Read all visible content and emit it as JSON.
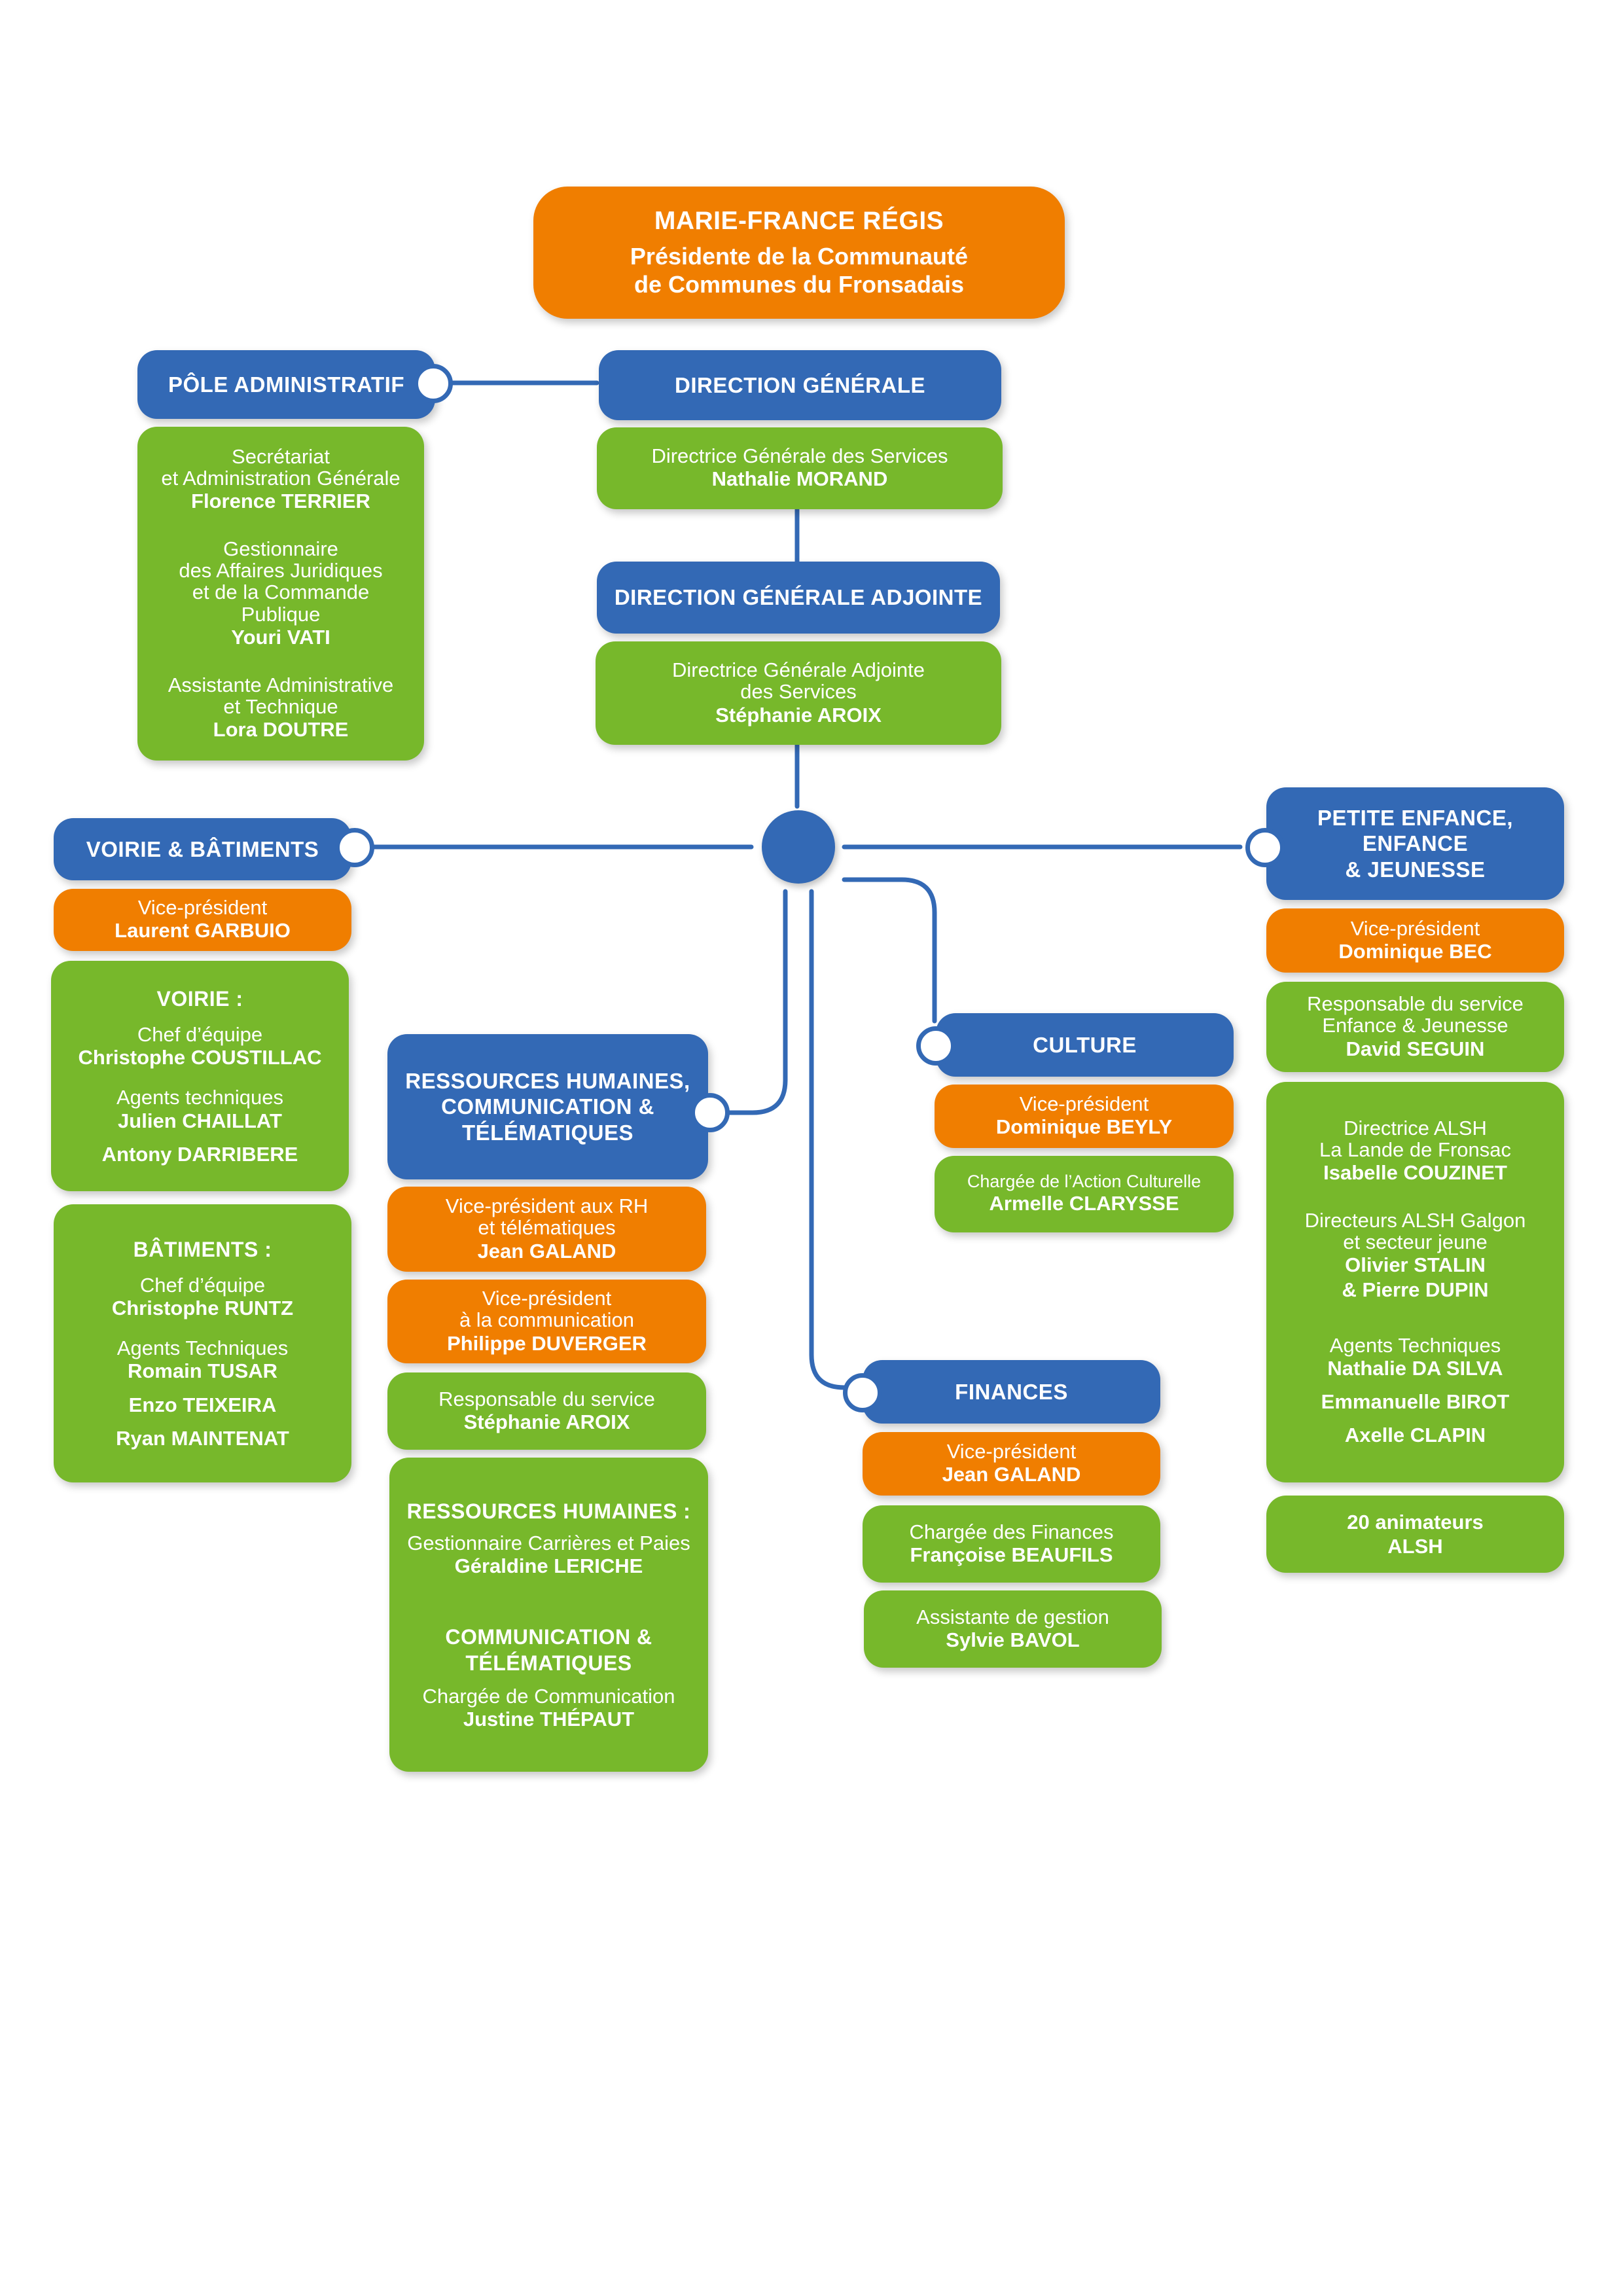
{
  "colors": {
    "blue": "#3369b5",
    "green": "#77b82b",
    "orange": "#f07e00"
  },
  "president": {
    "name": "MARIE-FRANCE RÉGIS",
    "title_line1": "Présidente de la Communauté",
    "title_line2": "de Communes du Fronsadais"
  },
  "pole_admin": {
    "title": "PÔLE ADMINISTRATIF",
    "people": [
      {
        "role_lines": [
          "Secrétariat",
          "et Administration Générale"
        ],
        "name": "Florence TERRIER"
      },
      {
        "role_lines": [
          "Gestionnaire",
          "des Affaires Juridiques",
          "et de la Commande",
          "Publique"
        ],
        "name": "Youri VATI"
      },
      {
        "role_lines": [
          "Assistante Administrative",
          "et Technique"
        ],
        "name": "Lora DOUTRE"
      }
    ]
  },
  "direction_generale": {
    "title": "DIRECTION GÉNÉRALE",
    "role": "Directrice Générale des Services",
    "name": "Nathalie MORAND"
  },
  "direction_adjointe": {
    "title": "DIRECTION GÉNÉRALE ADJOINTE",
    "role_lines": [
      "Directrice Générale Adjointe",
      "des Services"
    ],
    "name": "Stéphanie AROIX"
  },
  "voirie": {
    "title": "VOIRIE & BÂTIMENTS",
    "vp_role": "Vice-président",
    "vp_name": "Laurent GARBUIO",
    "voirie_section": {
      "heading": "VOIRIE :",
      "chef_role": "Chef d’équipe",
      "chef_name": "Christophe COUSTILLAC",
      "agents_role": "Agents techniques",
      "agents": [
        "Julien CHAILLAT",
        "Antony DARRIBERE"
      ]
    },
    "batiments_section": {
      "heading": "BÂTIMENTS :",
      "chef_role": "Chef d’équipe",
      "chef_name": "Christophe RUNTZ",
      "agents_role": "Agents Techniques",
      "agents": [
        "Romain TUSAR",
        "Enzo TEIXEIRA",
        "Ryan MAINTENAT"
      ]
    }
  },
  "rh": {
    "title_lines": [
      "RESSOURCES HUMAINES,",
      "COMMUNICATION &",
      "TÉLÉMATIQUES"
    ],
    "vp1_role_lines": [
      "Vice-président aux RH",
      "et télématiques"
    ],
    "vp1_name": "Jean GALAND",
    "vp2_role_lines": [
      "Vice-président",
      "à la communication"
    ],
    "vp2_name": "Philippe DUVERGER",
    "resp_role": "Responsable du service",
    "resp_name": "Stéphanie AROIX",
    "rh_heading": "RESSOURCES HUMAINES :",
    "rh_role": "Gestionnaire Carrières et Paies",
    "rh_name": "Géraldine LERICHE",
    "com_heading_lines": [
      "COMMUNICATION &",
      "TÉLÉMATIQUES"
    ],
    "com_role": "Chargée de Communication",
    "com_name": "Justine THÉPAUT"
  },
  "culture": {
    "title": "CULTURE",
    "vp_role": "Vice-président",
    "vp_name": "Dominique BEYLY",
    "staff_role": "Chargée de l’Action Culturelle",
    "staff_name": "Armelle CLARYSSE"
  },
  "finances": {
    "title": "FINANCES",
    "vp_role": "Vice-président",
    "vp_name": "Jean GALAND",
    "staff1_role": "Chargée des Finances",
    "staff1_name": "Françoise BEAUFILS",
    "staff2_role": "Assistante de gestion",
    "staff2_name": "Sylvie BAVOL"
  },
  "enfance": {
    "title_lines": [
      "PETITE ENFANCE,",
      "ENFANCE",
      "& JEUNESSE"
    ],
    "vp_role": "Vice-président",
    "vp_name": "Dominique BEC",
    "resp_role_lines": [
      "Responsable du service",
      "Enfance & Jeunesse"
    ],
    "resp_name": "David SEGUIN",
    "alsh1_role_lines": [
      "Directrice ALSH",
      "La Lande de Fronsac"
    ],
    "alsh1_name": "Isabelle COUZINET",
    "alsh2_role_lines": [
      "Directeurs ALSH Galgon",
      "et secteur jeune"
    ],
    "alsh2_names": [
      "Olivier STALIN",
      "& Pierre DUPIN"
    ],
    "agents_role": "Agents Techniques",
    "agents": [
      "Nathalie DA SILVA",
      "Emmanuelle BIROT",
      "Axelle CLAPIN"
    ],
    "animateurs_lines": [
      "20 animateurs",
      "ALSH"
    ]
  }
}
